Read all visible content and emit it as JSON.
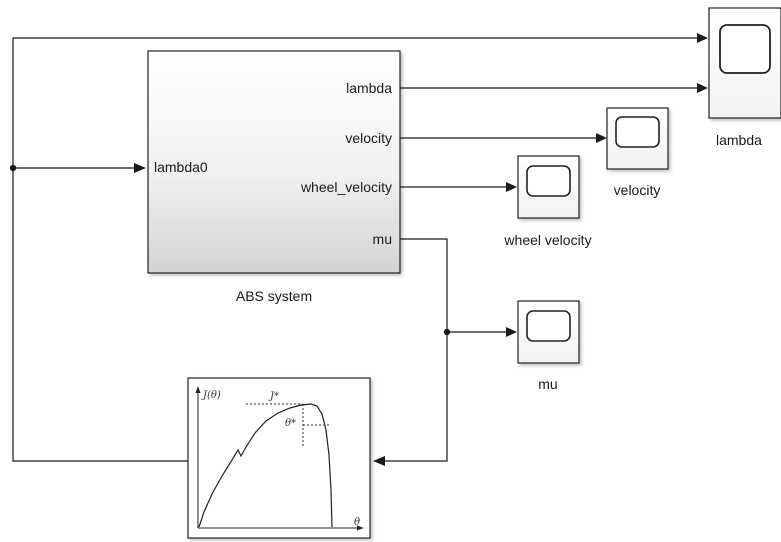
{
  "subsystem": {
    "name": "ABS system",
    "input_port": "lambda0",
    "output_ports": [
      "lambda",
      "velocity",
      "wheel_velocity",
      "mu"
    ]
  },
  "scopes": {
    "lambda": "lambda",
    "velocity": "velocity",
    "wheel_velocity": "wheel velocity",
    "mu": "mu"
  },
  "optimizer": {
    "y_axis": "J(θ)",
    "x_axis": "θ",
    "optimum_value": "J*",
    "optimum_param": "θ*"
  },
  "icons": [
    "scope-icon",
    "performance-curve-icon"
  ],
  "colors": {
    "line": "#1a1a1a",
    "block_border": "#222222",
    "subsystem_gradient_top": "#ffffff",
    "subsystem_gradient_bottom": "#d4d4d4"
  }
}
